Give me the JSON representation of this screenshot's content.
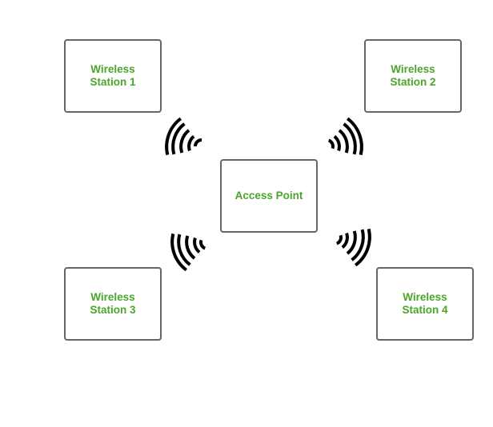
{
  "nodes": {
    "ws1": {
      "line1": "Wireless",
      "line2": "Station 1"
    },
    "ws2": {
      "line1": "Wireless",
      "line2": "Station 2"
    },
    "ws3": {
      "line1": "Wireless",
      "line2": "Station 3"
    },
    "ws4": {
      "line1": "Wireless",
      "line2": "Station 4"
    },
    "ap": {
      "label": "Access Point"
    }
  },
  "colors": {
    "label": "#4aa52a",
    "border": "#666666",
    "signal": "#000000"
  },
  "icons": [
    "wifi-signal-icon"
  ]
}
